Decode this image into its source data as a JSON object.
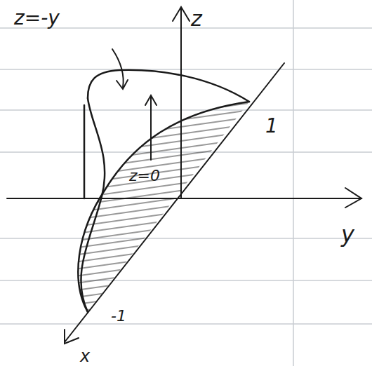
{
  "diagram": {
    "labels": [
      "z=-y",
      "z",
      "y",
      "1",
      "z=0",
      "-1",
      "x"
    ]
  }
}
